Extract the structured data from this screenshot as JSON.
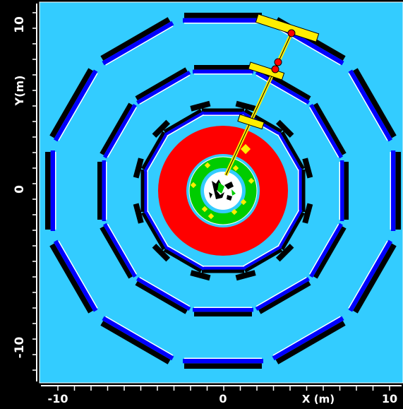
{
  "event_display": {
    "view": "X-Y",
    "x_axis": {
      "label": "X (m)",
      "ticks": [
        "-10",
        "0",
        "10"
      ],
      "range": [
        -11.5,
        11.5
      ]
    },
    "y_axis": {
      "label": "Y(m)",
      "ticks": [
        "10",
        "0",
        "-10"
      ],
      "range": [
        -11.5,
        11.5
      ]
    },
    "colors": {
      "background": "#33ccff",
      "frame": "#000000",
      "calorimeter": "#ff0000",
      "inner_detector": "#00cc00",
      "muon_chamber_dark": "#000000",
      "muon_chamber_blue": "#0000ff",
      "track": "#ffee00",
      "hit": "#ff0000",
      "axis_text": "#ffffff"
    }
  }
}
